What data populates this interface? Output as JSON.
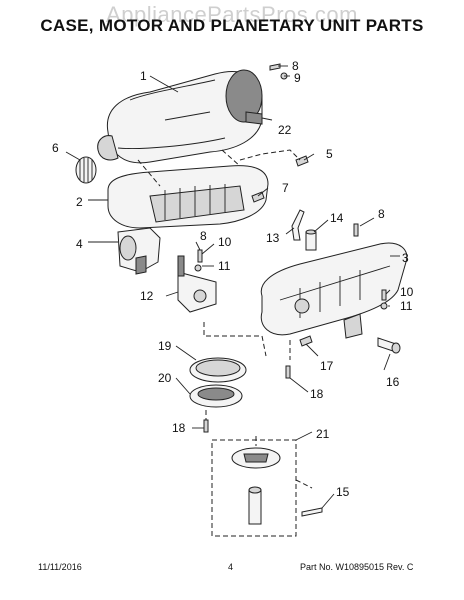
{
  "watermark": "AppliancePartsPros.com",
  "title": "CASE, MOTOR AND PLANETARY UNIT PARTS",
  "footer": {
    "date": "11/11/2016",
    "page": "4",
    "part_no": "Part No. W10895015  Rev. C"
  },
  "callouts": {
    "c1": "1",
    "c2": "2",
    "c3": "3",
    "c4": "4",
    "c5": "5",
    "c6": "6",
    "c7": "7",
    "c8a": "8",
    "c8b": "8",
    "c8c": "8",
    "c9": "9",
    "c10a": "10",
    "c10b": "10",
    "c11a": "11",
    "c11b": "11",
    "c12": "12",
    "c13": "13",
    "c14": "14",
    "c15": "15",
    "c16": "16",
    "c17": "17",
    "c18a": "18",
    "c18b": "18",
    "c19": "19",
    "c20": "20",
    "c21": "21",
    "c22": "22"
  }
}
